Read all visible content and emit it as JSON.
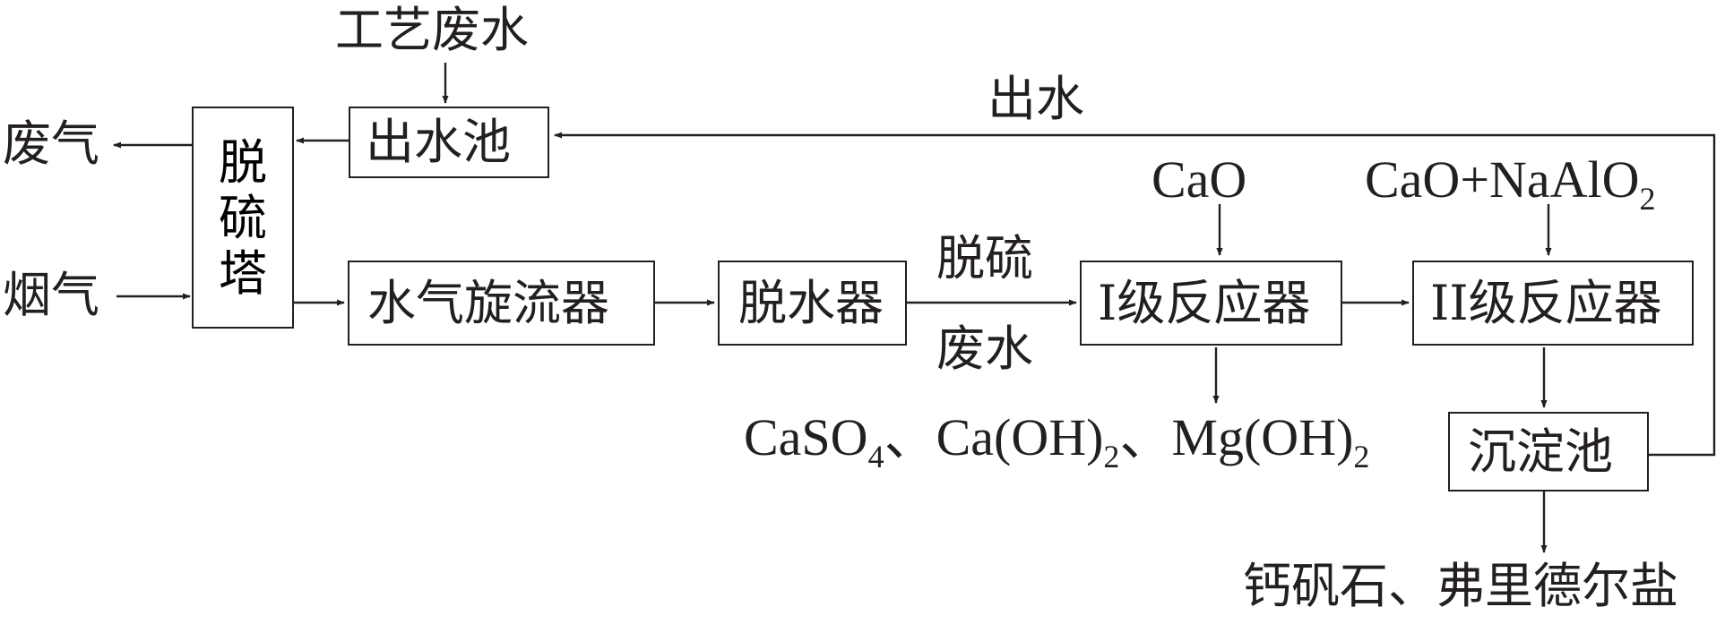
{
  "inputs": {
    "process_wastewater": "工艺废水",
    "flue_gas": "烟气",
    "exhaust_gas": "废气"
  },
  "units": {
    "desulfurization_tower": "脱硫塔",
    "outlet_pool": "出水池",
    "hydrocyclone": "水气旋流器",
    "dehydrator": "脱水器",
    "reactor_1": "I级反应器",
    "reactor_2": "II级反应器",
    "settling_pool": "沉淀池"
  },
  "streams": {
    "desulfurization_wastewater_line1": "脱硫",
    "desulfurization_wastewater_line2": "废水",
    "effluent": "出水",
    "reagent_1": "CaO",
    "reagent_2_prefix": "CaO+NaAlO",
    "reagent_2_subscript": "2"
  },
  "products": {
    "precipitate_1_part1": "CaSO",
    "precipitate_1_sub1": "4",
    "precipitate_1_part2": "、Ca(OH)",
    "precipitate_1_sub2": "2",
    "precipitate_1_part3": "、Mg(OH)",
    "precipitate_1_sub3": "2",
    "precipitate_2": "钙矾石、弗里德尔盐"
  },
  "colors": {
    "ink": "#231f20",
    "background": "#ffffff"
  }
}
